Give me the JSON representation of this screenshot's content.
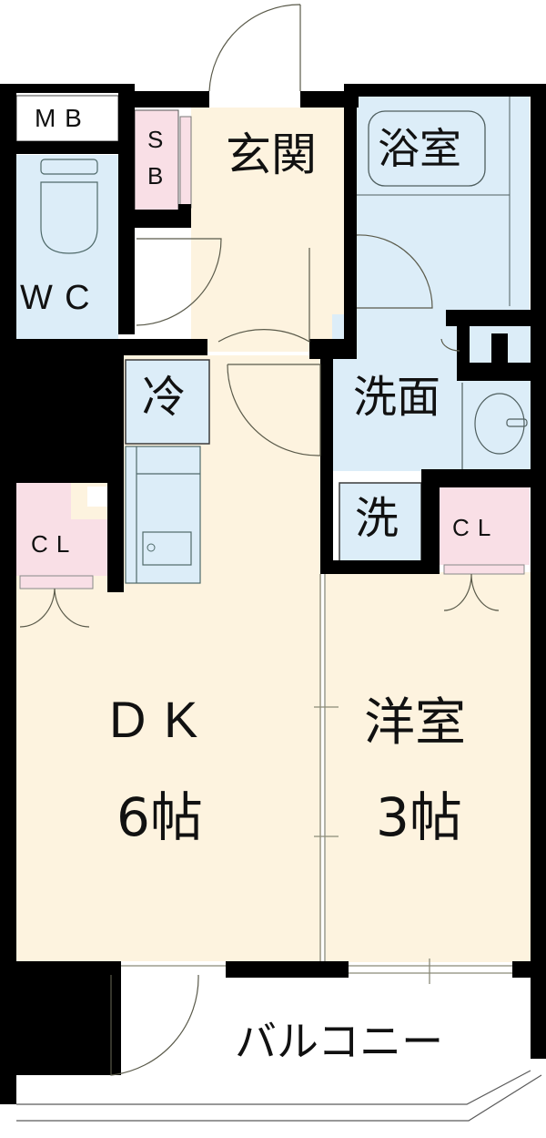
{
  "floor_plan": {
    "rooms": {
      "mb": {
        "label": "MB"
      },
      "sb": {
        "label_line1": "S",
        "label_line2": "B"
      },
      "entrance": {
        "label": "玄関"
      },
      "bath": {
        "label": "浴室"
      },
      "wc": {
        "label": "WC"
      },
      "fridge": {
        "label": "冷"
      },
      "washroom": {
        "label": "洗面"
      },
      "washer": {
        "label": "洗"
      },
      "closet_left": {
        "label": "CL"
      },
      "closet_right": {
        "label": "CL"
      },
      "dk": {
        "label": "DK",
        "size": "6帖"
      },
      "western_room": {
        "label": "洋室",
        "size": "3帖"
      },
      "balcony": {
        "label": "バルコニー"
      }
    },
    "colors": {
      "wall": "#000000",
      "living_floor": "#fdf3df",
      "wet_area": "#dcedf8",
      "storage": "#f9dfe6",
      "outline": "#5a5a4a"
    }
  }
}
